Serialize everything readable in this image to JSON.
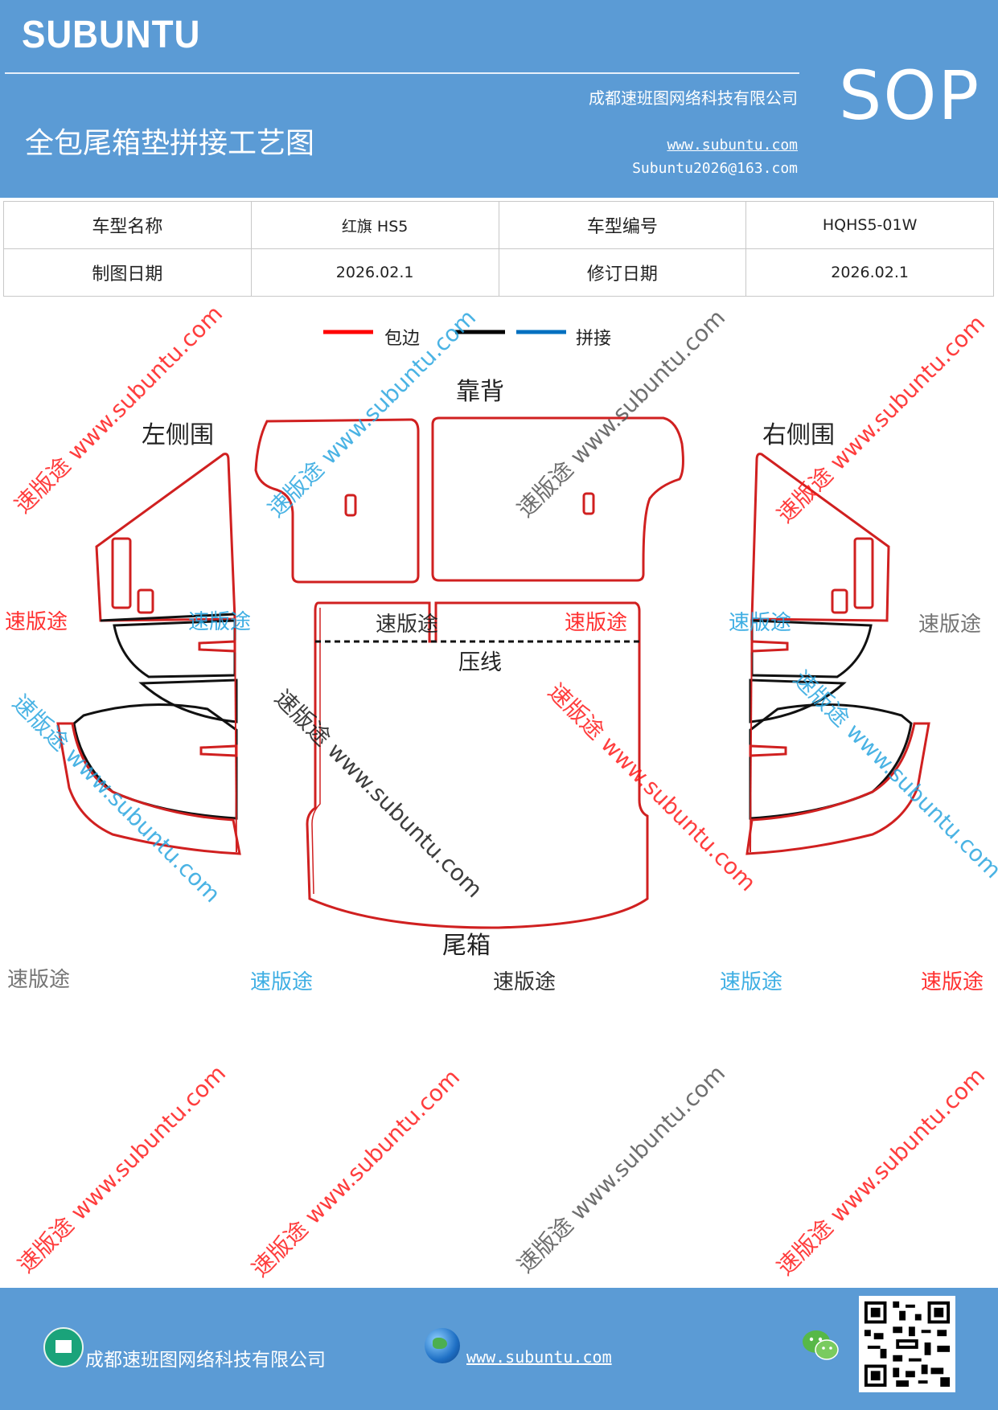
{
  "header": {
    "brand": "SUBUNTU",
    "company": "成都速班图网络科技有限公司",
    "title": "全包尾箱垫拼接工艺图",
    "website": "www.subuntu.com",
    "email": "Subuntu2026@163.com",
    "badge": "SOP"
  },
  "info_table": {
    "rows": [
      [
        "车型名称",
        "红旗 HS5",
        "车型编号",
        "HQHS5-01W"
      ],
      [
        "制图日期",
        "2026.02.1",
        "修订日期",
        "2026.02.1"
      ]
    ]
  },
  "legend": {
    "items": [
      {
        "label": "包边",
        "color": "#ff0000"
      },
      {
        "label": "",
        "color": "#000000"
      },
      {
        "label": "拼接",
        "color": "#0070c0"
      }
    ]
  },
  "parts": {
    "backrest": "靠背",
    "left_side": "左侧围",
    "right_side": "右侧围",
    "crease": "压线",
    "trunk": "尾箱"
  },
  "watermarks": {
    "brand": "速版途",
    "url": "www.subuntu.com",
    "diagonal": "速版途 www.subuntu.com"
  },
  "colors": {
    "header_bg": "#5b9bd5",
    "outline_red": "#d02020",
    "wm_red": "#ff1a1a",
    "wm_blue": "#2aa6e0",
    "wm_black": "#1a1a1a",
    "wm_gray": "#666666"
  },
  "footer": {
    "company": "成都速班图网络科技有限公司",
    "website": "www.subuntu.com"
  },
  "icons": [
    "home-icon",
    "globe-icon",
    "wechat-icon",
    "qr-code"
  ]
}
